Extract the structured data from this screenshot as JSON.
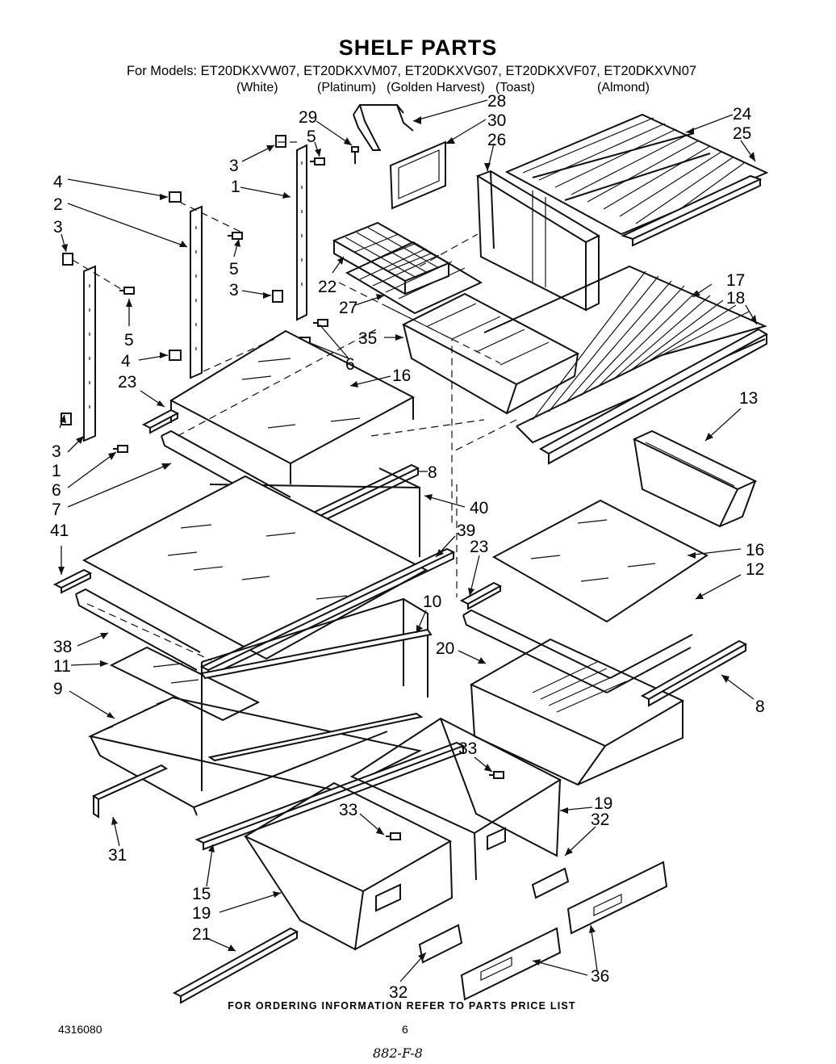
{
  "title": "SHELF PARTS",
  "models_line": "For Models:  ET20DKXVW07, ET20DKXVM07, ET20DKXVG07, ET20DKXVF07, ET20DKXVN07",
  "model_colors": [
    "(White)",
    "(Platinum)",
    "(Golden Harvest)",
    "(Toast)",
    "(Almond)"
  ],
  "callouts": {
    "c28": "28",
    "c29": "29",
    "c30": "30",
    "c26": "26",
    "c24": "24",
    "c25": "25",
    "c5a": "5",
    "c3a": "3",
    "c1a": "1",
    "c4a": "4",
    "c2": "2",
    "c3b": "3",
    "c5b": "5",
    "c3c": "3",
    "c5c": "5",
    "c22": "22",
    "c27": "27",
    "c17": "17",
    "c18": "18",
    "c35": "35",
    "c6a": "6",
    "c4b": "4",
    "c23a": "23",
    "c16a": "16",
    "c13": "13",
    "c3d": "3",
    "c1b": "1",
    "c6b": "6",
    "c7": "7",
    "c8a": "8",
    "c40": "40",
    "c41": "41",
    "c39": "39",
    "c23b": "23",
    "c16b": "16",
    "c12": "12",
    "c10": "10",
    "c38": "38",
    "c11": "11",
    "c20": "20",
    "c9": "9",
    "c8b": "8",
    "c33a": "33",
    "c19a": "19",
    "c32a": "32",
    "c33b": "33",
    "c31": "31",
    "c15": "15",
    "c19b": "19",
    "c21": "21",
    "c36": "36",
    "c32b": "32"
  },
  "footer_note": "FOR ORDERING INFORMATION REFER TO PARTS PRICE LIST",
  "doc_number": "4316080",
  "page_number": "6",
  "handwritten_code": "882-F-8"
}
